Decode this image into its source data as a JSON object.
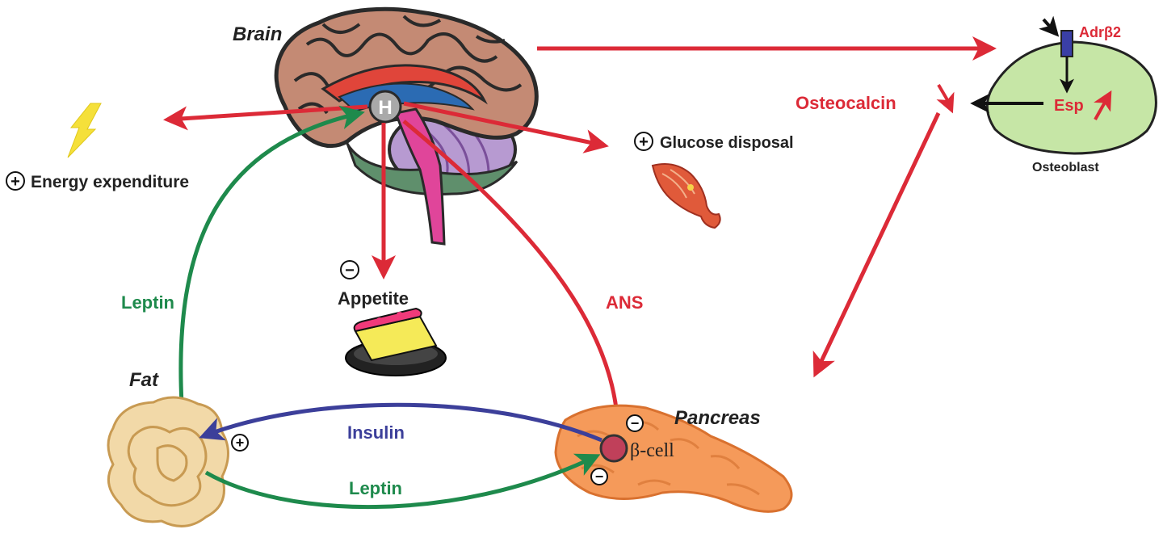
{
  "labels": {
    "brain": "Brain",
    "hypothalamus": "H",
    "energy_expenditure": "Energy expenditure",
    "glucose_disposal": "Glucose disposal",
    "appetite": "Appetite",
    "ans": "ANS",
    "leptin_fat_to_brain": "Leptin",
    "fat": "Fat",
    "pancreas": "Pancreas",
    "beta_cell": "β-cell",
    "insulin": "Insulin",
    "leptin_fat_to_pancreas": "Leptin",
    "osteocalcin": "Osteocalcin",
    "esp": "Esp",
    "adrb2": "Adrβ2",
    "osteoblast": "Osteoblast"
  },
  "signs": {
    "plus": "+",
    "minus": "−"
  },
  "colors": {
    "red": "#dc2a37",
    "green": "#1e8a4c",
    "blue": "#3c3f9a",
    "black": "#111111",
    "brain_tan": "#c48a74",
    "osteoblast_green": "#c6e6a6",
    "pancreas_orange": "#f59a5a",
    "fat_tan": "#f2d9a8",
    "bolt_yellow": "#f5e03a",
    "receptor_blue": "#3a3fa6"
  }
}
